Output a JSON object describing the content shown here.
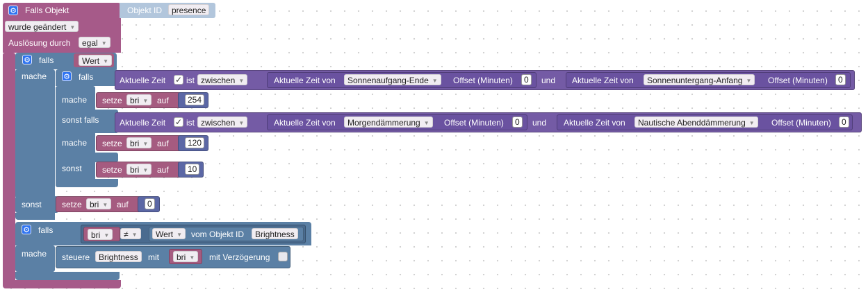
{
  "event": {
    "title": "Falls Objekt",
    "object_id_label": "Objekt ID",
    "object_id_value": "presence",
    "trigger": "wurde geändert",
    "cause_label": "Auslösung durch",
    "cause_value": "egal"
  },
  "if_outer": {
    "falls": "falls",
    "condition": "Wert",
    "mache": "mache",
    "sonst": "sonst"
  },
  "if_inner": {
    "falls": "falls",
    "mache": "mache",
    "sonst_falls": "sonst falls",
    "sonst": "sonst"
  },
  "time1": {
    "label": "Aktuelle Zeit",
    "ist": "ist",
    "operator": "zwischen",
    "from_label": "Aktuelle Zeit von",
    "from_event": "Sonnenaufgang-Ende",
    "offset_label": "Offset (Minuten)",
    "offset_from": "0",
    "und": "und",
    "to_label": "Aktuelle Zeit von",
    "to_event": "Sonnenuntergang-Anfang",
    "offset_to": "0"
  },
  "time2": {
    "label": "Aktuelle Zeit",
    "ist": "ist",
    "operator": "zwischen",
    "from_label": "Aktuelle Zeit von",
    "from_event": "Morgendämmerung",
    "offset_label": "Offset (Minuten)",
    "offset_from": "0",
    "und": "und",
    "to_label": "Aktuelle Zeit von",
    "to_event": "Nautische Abenddämmerung",
    "offset_to": "0"
  },
  "set1": {
    "setze": "setze",
    "var": "bri",
    "auf": "auf",
    "value": "254"
  },
  "set2": {
    "setze": "setze",
    "var": "bri",
    "auf": "auf",
    "value": "120"
  },
  "set3": {
    "setze": "setze",
    "var": "bri",
    "auf": "auf",
    "value": "10"
  },
  "set4": {
    "setze": "setze",
    "var": "bri",
    "auf": "auf",
    "value": "0"
  },
  "if_last": {
    "falls": "falls",
    "var": "bri",
    "operator": "≠",
    "value_field": "Wert",
    "from_label": "vom Objekt ID",
    "object": "Brightness",
    "mache": "mache"
  },
  "control": {
    "steuere": "steuere",
    "object": "Brightness",
    "mit": "mit",
    "var": "bri",
    "delay_label": "mit Verzögerung"
  },
  "colors": {
    "event_block": "#a65a89",
    "logic_block": "#5b80a5",
    "time_block": "#745ba5",
    "number_block": "#5b67a5",
    "variable_block": "#a55b80",
    "object_id_block": "#b2c6dc",
    "gear_icon": "#2e73f0"
  }
}
